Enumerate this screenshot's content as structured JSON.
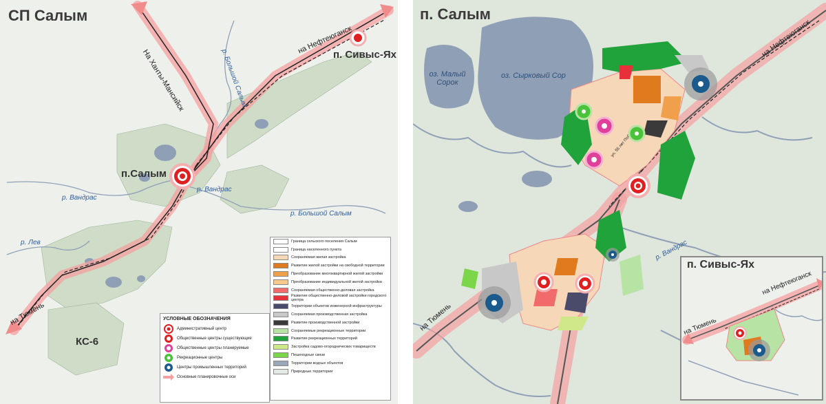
{
  "left_map": {
    "title": "СП Салым",
    "roads": {
      "khanty": "На Ханты-Мансийск",
      "nefteyugansk": "на Нефтеюганск",
      "tyumen": "на Тюмень"
    },
    "rivers": {
      "bolshoy_salym_top": "р. Большой Салым",
      "vandras_center": "р. Вандрас",
      "vandras_left": "р. Вандрас",
      "bolshoy_salym_bottom": "р. Большой Салым",
      "lev": "р. Лев"
    },
    "places": {
      "sivys_yakh": "п. Сивыс-Ях",
      "salym": "п.Салым",
      "ks6": "КС-6"
    },
    "legend": {
      "title": "УСЛОВНЫЕ ОБОЗНАЧЕНИЯ",
      "items": [
        "Административный центр",
        "Общественные центры существующие",
        "Общественные центры планируемые",
        "Рекреационные центры",
        "Центры промышленных территорий",
        "Основные планировочные оси"
      ]
    },
    "legend_zones": [
      {
        "label": "Граница сельского поселения Салым",
        "color": "#ffffff"
      },
      {
        "label": "Граница населенного пункта",
        "color": "#ffffff"
      },
      {
        "label": "Сохраняемая жилая застройка",
        "color": "#f6d7b8"
      },
      {
        "label": "Развитие жилой застройки на свободной территории",
        "color": "#e07a1f"
      },
      {
        "label": "Преобразование многоквартирной жилой застройки",
        "color": "#f0a04a"
      },
      {
        "label": "Преобразование индивидуальной жилой застройки",
        "color": "#f8c98a"
      },
      {
        "label": "Сохраняемая общественно-деловая застройка",
        "color": "#f26b6b"
      },
      {
        "label": "Развитие общественно-деловой застройки городского центра",
        "color": "#e8303a"
      },
      {
        "label": "Территории объектов инженерной инфраструктуры",
        "color": "#4a4a6a"
      },
      {
        "label": "Сохраняемая производственная застройка",
        "color": "#c8c8c8"
      },
      {
        "label": "Развитие производственной застройки",
        "color": "#3a3a3a"
      },
      {
        "label": "Сохраняемые рекреационные территории",
        "color": "#b7e3a4"
      },
      {
        "label": "Развитие рекреационных территорий",
        "color": "#1fa33a"
      },
      {
        "label": "Застройка садово-огороднических товариществ",
        "color": "#cfe88a"
      },
      {
        "label": "Пешеходные связи",
        "color": "#7bd64a"
      },
      {
        "label": "Территории водных объектов",
        "color": "#9aa7b8"
      },
      {
        "label": "Природные территории",
        "color": "#e3e9e3"
      }
    ]
  },
  "right_map": {
    "title": "п. Салым",
    "lakes": {
      "maly_sorok": "оз. Малый Сорок",
      "syrkovy_sor": "оз. Сырковый Сор"
    },
    "roads": {
      "nefteyugansk": "на Нефтеюганск",
      "tyumen": "на Тюмень"
    },
    "river": "р. Вандрас",
    "street": "ул. 55 лет Победы"
  },
  "inset": {
    "title": "п. Сивыс-Ях",
    "roads": {
      "nefteyugansk": "на Нефтеюганск",
      "tyumen": "на Тюмень"
    }
  },
  "colors": {
    "axis": "#f4a0a0",
    "admin_red": "#e02020",
    "planned_magenta": "#e0409a",
    "recreation_green": "#4ac23a",
    "industrial_blue": "#1a5a8c",
    "water": "#8fa0b6",
    "forest": "#cfdcc8"
  }
}
